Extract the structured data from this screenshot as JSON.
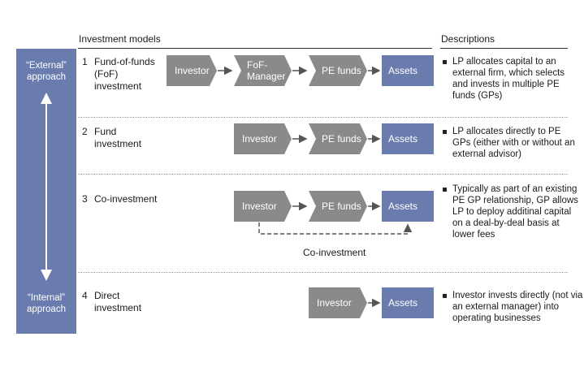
{
  "header": {
    "models_title": "Investment models",
    "descriptions_title": "Descriptions"
  },
  "sidebar": {
    "top_label": "“External” approach",
    "bottom_label": "“Internal” approach"
  },
  "rows": [
    {
      "num": "1",
      "name": "Fund-of-funds (FoF) investment",
      "flow": [
        "Investor",
        "FoF-Manager",
        "PE funds",
        "Assets"
      ],
      "desc": "LP allocates capital to an external firm, which selects and invests in multiple PE funds (GPs)"
    },
    {
      "num": "2",
      "name": "Fund investment",
      "flow": [
        "Investor",
        "PE funds",
        "Assets"
      ],
      "desc": "LP allocates directly to PE GPs (either with or without an external advisor)"
    },
    {
      "num": "3",
      "name": "Co-investment",
      "flow": [
        "Investor",
        "PE funds",
        "Assets"
      ],
      "link_label": "Co-investment",
      "desc": "Typically as part of an existing PE GP relationship, GP allows LP to deploy additinal capital on a deal-by-deal basis at lower fees"
    },
    {
      "num": "4",
      "name": "Direct investment",
      "flow": [
        "Investor",
        "Assets"
      ],
      "desc": "Investor invests directly (not via an external manager) into operating businesses"
    }
  ],
  "colors": {
    "sidebar": "#6a7cad",
    "assets": "#6a7cad",
    "step": "#8a8a8a",
    "arrow": "#555555"
  }
}
